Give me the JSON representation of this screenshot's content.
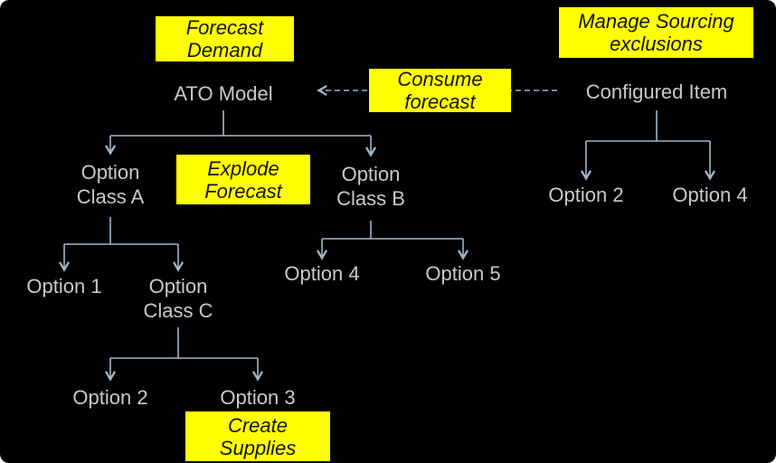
{
  "diagram": {
    "colors": {
      "background": "#000000",
      "node_text": "#c9c9c9",
      "connector": "#9fb6c9",
      "highlight": "#ffff00",
      "highlight_text": "#141414"
    },
    "annotations": {
      "forecast_demand": {
        "line1": "Forecast",
        "line2": "Demand"
      },
      "consume_forecast": {
        "line1": "Consume",
        "line2": "forecast"
      },
      "manage_sourcing": {
        "line1": "Manage Sourcing",
        "line2": "exclusions"
      },
      "explode_forecast": {
        "line1": "Explode",
        "line2": "Forecast"
      },
      "create_supplies": {
        "line1": "Create",
        "line2": "Supplies"
      }
    },
    "nodes": {
      "ato_model": "ATO Model",
      "configured_item": "Configured Item",
      "option_class_a": {
        "line1": "Option",
        "line2": "Class A"
      },
      "option_class_b": {
        "line1": "Option",
        "line2": "Class B"
      },
      "option_class_c": {
        "line1": "Option",
        "line2": "Class C"
      },
      "option_1": "Option 1",
      "option_2_under_c": "Option 2",
      "option_3": "Option 3",
      "option_4_under_b": "Option 4",
      "option_5": "Option 5",
      "option_2_under_ci": "Option 2",
      "option_4_under_ci": "Option 4"
    }
  }
}
